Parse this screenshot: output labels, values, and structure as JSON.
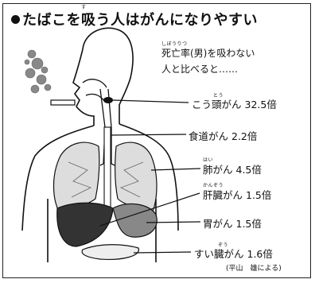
{
  "title": "たばこを吸う人はがんになりやすい",
  "ruby": {
    "title_kanji": "す",
    "note_kanji": "しぼうりつ",
    "larynx": "とう",
    "lung": "はい",
    "liver": "かんぞう",
    "pancreas": "ぞう"
  },
  "note": {
    "line1": "死亡率(男)を吸わない",
    "line2": "人と比べると……"
  },
  "labels": [
    {
      "organ": "こう頭がん",
      "ratio": "32.5倍"
    },
    {
      "organ": "食道がん",
      "ratio": "2.2倍"
    },
    {
      "organ": "肺がん",
      "ratio": "4.5倍"
    },
    {
      "organ": "肝臓がん",
      "ratio": "1.5倍"
    },
    {
      "organ": "胃がん",
      "ratio": "1.5倍"
    },
    {
      "organ": "すい臓がん",
      "ratio": "1.6倍"
    }
  ],
  "credit": "(平山　雄による)",
  "colors": {
    "ink": "#111111",
    "paper": "#ffffff"
  }
}
